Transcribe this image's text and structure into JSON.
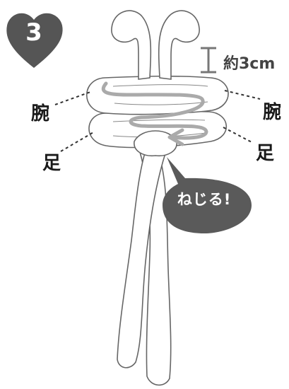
{
  "step": {
    "number": "3"
  },
  "measurement": {
    "text": "約3cm"
  },
  "labels": {
    "arm_left": "腕",
    "arm_right": "腕",
    "leg_left": "足",
    "leg_right": "足"
  },
  "callout": {
    "text": "ねじる!"
  },
  "colors": {
    "badge": "#555555",
    "callout": "#5a5a5a",
    "arrow": "#aaaaaa",
    "outline": "#666666"
  }
}
